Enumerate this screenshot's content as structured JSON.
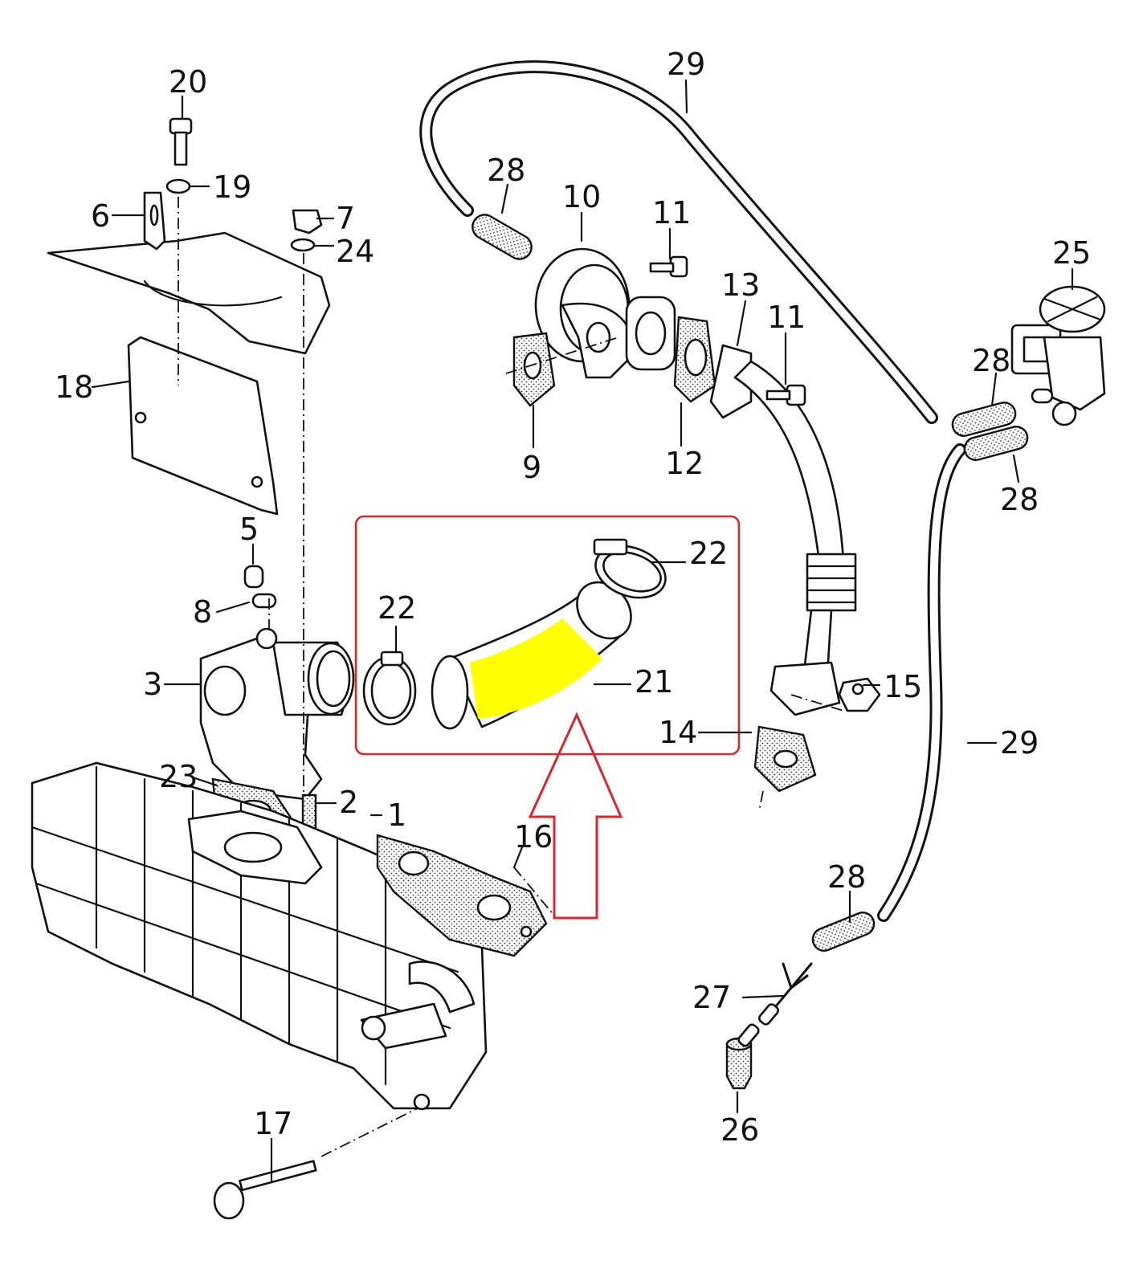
{
  "colors": {
    "highlight_box": "#d9262c",
    "arrow": "#d9262c",
    "highlight_fill": "#ffff00",
    "line": "#111111"
  },
  "callouts": {
    "c1": "1",
    "c2": "2",
    "c3": "3",
    "c5": "5",
    "c6": "6",
    "c7": "7",
    "c8": "8",
    "c9": "9",
    "c10": "10",
    "c11a": "11",
    "c11b": "11",
    "c12": "12",
    "c13": "13",
    "c14": "14",
    "c15": "15",
    "c16": "16",
    "c17": "17",
    "c18": "18",
    "c19": "19",
    "c20": "20",
    "c21": "21",
    "c22a": "22",
    "c22b": "22",
    "c23": "23",
    "c24": "24",
    "c25": "25",
    "c26": "26",
    "c27": "27",
    "c28a": "28",
    "c28b": "28",
    "c28c": "28",
    "c28d": "28",
    "c29a": "29",
    "c29b": "29"
  }
}
